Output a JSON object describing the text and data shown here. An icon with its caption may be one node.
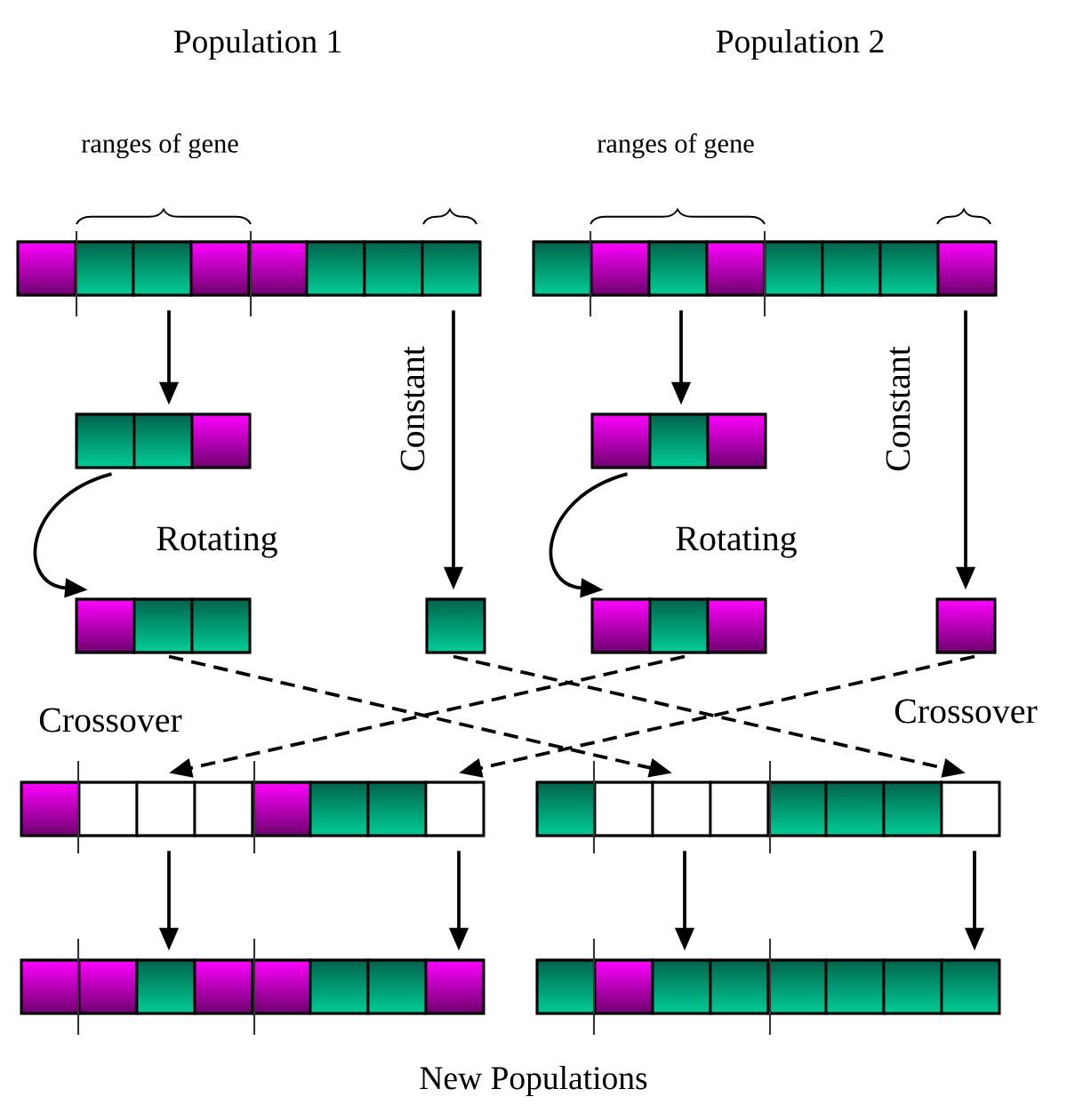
{
  "diagram": {
    "nodes": [
      {
        "text": [],
        "shape": "bar"
      },
      {
        "text": [],
        "shape": "bar"
      },
      {
        "text": [],
        "shape": "bar"
      },
      {
        "text": [],
        "shape": "bar"
      },
      {
        "text": [],
        "shape": "bar"
      },
      {
        "text": [],
        "shape": "bar"
      },
      {
        "text": [],
        "shape": "bar"
      },
      {
        "text": [],
        "shape": "bar"
      },
      {
        "text": [],
        "shape": "bar"
      },
      {
        "text": [],
        "shape": "bar"
      },
      {
        "text": [],
        "shape": "bar"
      },
      {
        "text": [],
        "shape": "bar"
      }
    ],
    "edges": [
      {
        "from": 0,
        "to": 2,
        "arrow": "to"
      },
      {
        "from": 0,
        "to": 5,
        "arrow": "to",
        "label": "Constant"
      },
      {
        "from": 1,
        "to": 3,
        "arrow": "to"
      },
      {
        "from": 1,
        "to": 7,
        "arrow": "to",
        "label": "Constant"
      },
      {
        "from": 2,
        "to": 4,
        "arrow": "to",
        "label": "Rotating"
      },
      {
        "from": 3,
        "to": 6,
        "arrow": "to",
        "label": "Rotating"
      },
      {
        "from": 4,
        "to": 9,
        "arrow": "to",
        "style": "dashed"
      },
      {
        "from": 5,
        "to": 9,
        "arrow": "to",
        "style": "dashed"
      },
      {
        "from": 6,
        "to": 8,
        "arrow": "to",
        "style": "dashed"
      },
      {
        "from": 7,
        "to": 8,
        "arrow": "to",
        "style": "dashed"
      },
      {
        "from": 8,
        "to": 10,
        "arrow": "to"
      },
      {
        "from": 8,
        "to": 10,
        "arrow": "to"
      },
      {
        "from": 9,
        "to": 11,
        "arrow": "to"
      },
      {
        "from": 9,
        "to": 11,
        "arrow": "to"
      }
    ],
    "labels": [
      "Population 1",
      "Population 2",
      "ranges of gene",
      "ranges of gene",
      "Crossover",
      "Crossover",
      "New Populations"
    ]
  }
}
